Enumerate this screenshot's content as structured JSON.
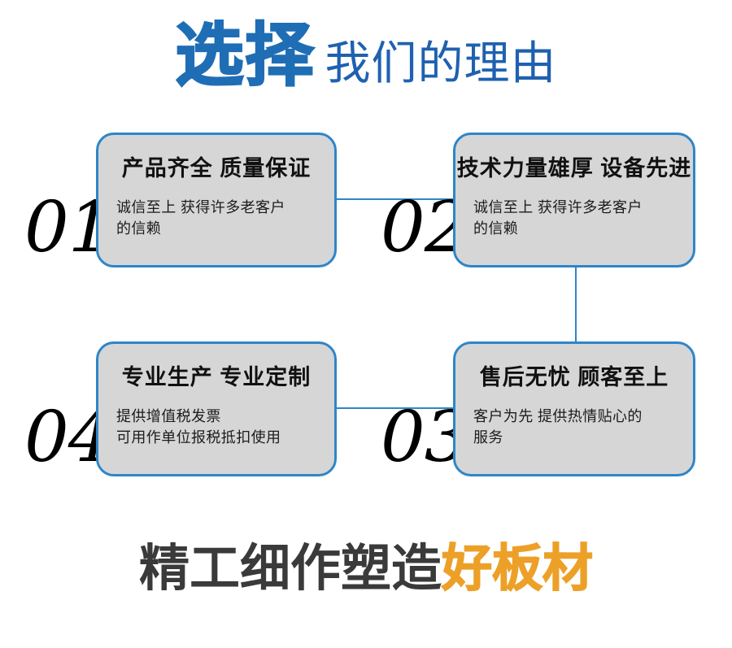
{
  "header": {
    "title_strong": "选择",
    "title_light": "我们的理由"
  },
  "cards": [
    {
      "number": "01",
      "heading": "产品齐全 质量保证",
      "body_lines": [
        "诚信至上 获得许多老客户",
        "的信赖"
      ]
    },
    {
      "number": "02",
      "heading": "技术力量雄厚 设备先进",
      "body_lines": [
        "诚信至上 获得许多老客户",
        "的信赖"
      ]
    },
    {
      "number": "03",
      "heading": "售后无忧 顾客至上",
      "body_lines": [
        "客户为先 提供热情贴心的",
        "服务"
      ]
    },
    {
      "number": "04",
      "heading": "专业生产 专业定制",
      "body_lines": [
        "提供增值税发票",
        "可用作单位报税抵扣使用"
      ]
    }
  ],
  "footer": {
    "text_dark": "精工细作塑造",
    "text_accent": "好板材"
  },
  "colors": {
    "brand_blue": "#1f6eb5",
    "light_blue": "#1f61b0",
    "border_blue": "#2e86c8",
    "card_gray": "#d6d6d6",
    "accent_orange": "#eda028",
    "footer_dark": "#3a3a3a",
    "background": "#ffffff"
  }
}
